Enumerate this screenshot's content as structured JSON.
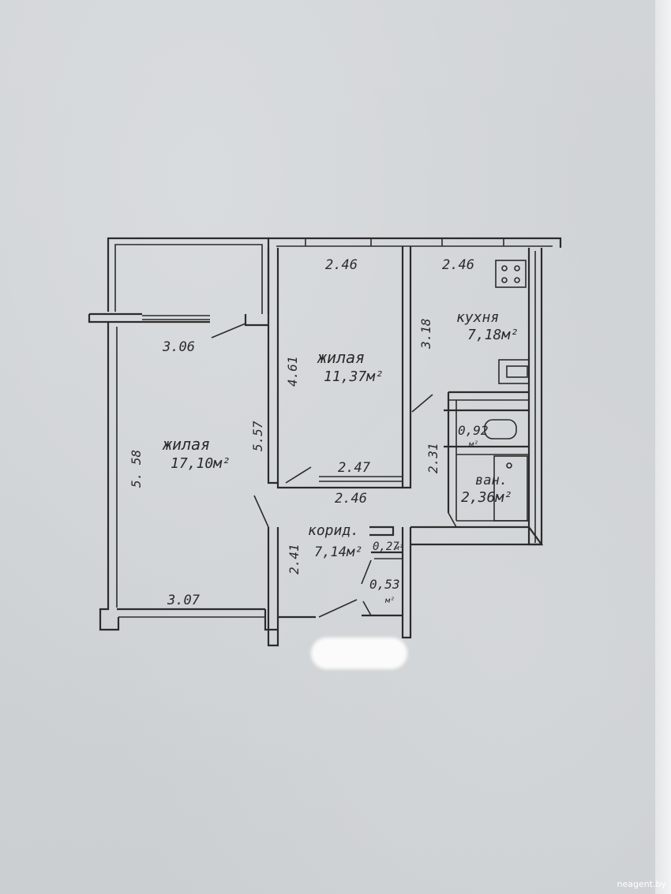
{
  "labels": {
    "d_306": "3.06",
    "d_558": "5. 58",
    "d_557": "5.57",
    "d_307": "3.07",
    "room_living_big_name": "жилая",
    "room_living_big_area": "17,10м²",
    "d_246_top_mid": "2.46",
    "d_461": "4.61",
    "room_living_mid_name": "жилая",
    "room_living_mid_area": "11,37м²",
    "d_247": "2.47",
    "d_246_bottom_mid": "2.46",
    "d_246_top_kitchen": "2.46",
    "d_318": "3.18",
    "kitchen_name": "кухня",
    "kitchen_area": "7,18м²",
    "wc_area": "0,92",
    "wc_unit": "м²",
    "d_231": "2.31",
    "bath_name": "ван.",
    "bath_area": "2,36м²",
    "corridor_name": "корид.",
    "corridor_area": "7,14м²",
    "closet1_area": "0,27",
    "closet1_unit": "м²",
    "closet2_area": "0,53",
    "closet2_unit": "м²",
    "d_241": "2.41"
  },
  "watermark": "neagent.by"
}
